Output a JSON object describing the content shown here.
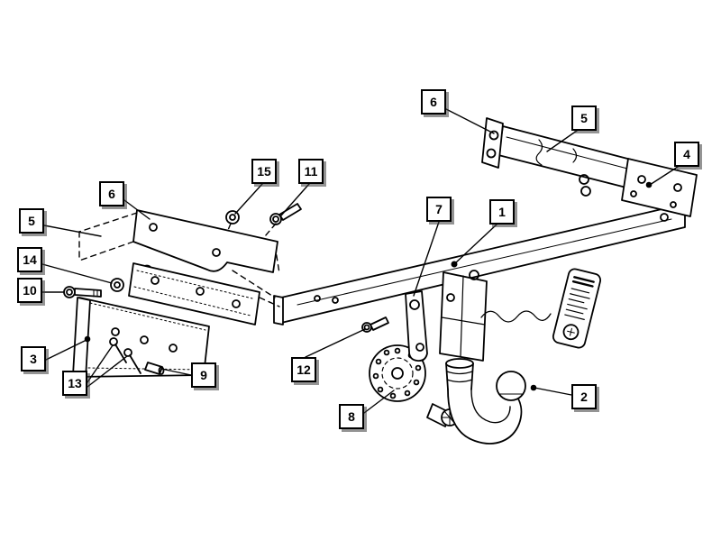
{
  "diagram": {
    "type": "exploded-parts-diagram",
    "subject": "Detachable tow bar (trailer hitch) assembly drawing",
    "callouts": [
      {
        "label": "6",
        "ref": "upper-beam-left-bracket"
      },
      {
        "label": "5",
        "ref": "upper-cross-beam"
      },
      {
        "label": "4",
        "ref": "right-end-mounting-plate"
      },
      {
        "label": "15",
        "ref": "washer"
      },
      {
        "label": "11",
        "ref": "hex-bolt"
      },
      {
        "label": "6",
        "ref": "left-bracket-plate"
      },
      {
        "label": "5",
        "ref": "left-bracket-hidden-outline"
      },
      {
        "label": "7",
        "ref": "release-lever-strap"
      },
      {
        "label": "1",
        "ref": "main-cross-beam"
      },
      {
        "label": "14",
        "ref": "washer"
      },
      {
        "label": "10",
        "ref": "hex-bolt"
      },
      {
        "label": "3",
        "ref": "side-mounting-bracket"
      },
      {
        "label": "13",
        "ref": "bracket-bolts"
      },
      {
        "label": "9",
        "ref": "spacer-bolt"
      },
      {
        "label": "12",
        "ref": "beam-bolt"
      },
      {
        "label": "8",
        "ref": "locking-flange-ring"
      },
      {
        "label": "2",
        "ref": "swan-neck-tow-ball"
      }
    ]
  }
}
